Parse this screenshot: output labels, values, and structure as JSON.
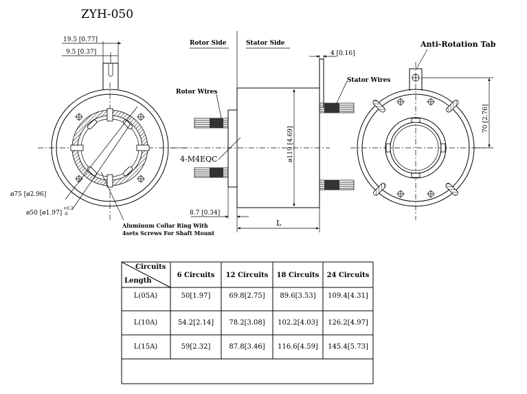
{
  "title": "ZYH-050",
  "labels": {
    "dim_19_5": "19.5 [0.77]",
    "dim_9_5": "9.5 [0.37]",
    "dim_75": "ø75 [ø2.96]",
    "dim_50": "ø50 [ø1.97]",
    "dim_50_tol_top": "+0.2",
    "dim_50_tol_bot": "-0",
    "rotor_side": "Rotor Side",
    "stator_side": "Stator Side",
    "rotor_wires": "Rotor Wires",
    "stator_wires": "Stator Wires",
    "dim_4": "4 [0.16]",
    "screws": "4-M4EQC",
    "dim_119": "ø119 [4.69]",
    "dim_8_7": "8.7 [0.34]",
    "dim_L": "L",
    "anti_rotation": "Anti-Rotation Tab",
    "dim_70": "70 [2.76]",
    "collar_note_1": "Aluminum Collar Ring With",
    "collar_note_2": "4sets Screws For Shaft Mount"
  },
  "table": {
    "corner_top": "Circuits",
    "corner_bottom": "Length",
    "columns": [
      "6 Circuits",
      "12 Circuits",
      "18 Circuits",
      "24 Circuits"
    ],
    "rows": [
      {
        "label": "L(05A)",
        "values": [
          "50[1.97]",
          "69.8[2.75]",
          "89.6[3.53]",
          "109.4[4.31]"
        ]
      },
      {
        "label": "L(10A)",
        "values": [
          "54.2[2.14]",
          "78.2[3.08]",
          "102.2[4.03]",
          "126.2[4.97]"
        ]
      },
      {
        "label": "L(15A)",
        "values": [
          "59[2.32]",
          "87.8[3.46]",
          "116.6[4.59]",
          "145.4[5.73]"
        ]
      }
    ]
  }
}
